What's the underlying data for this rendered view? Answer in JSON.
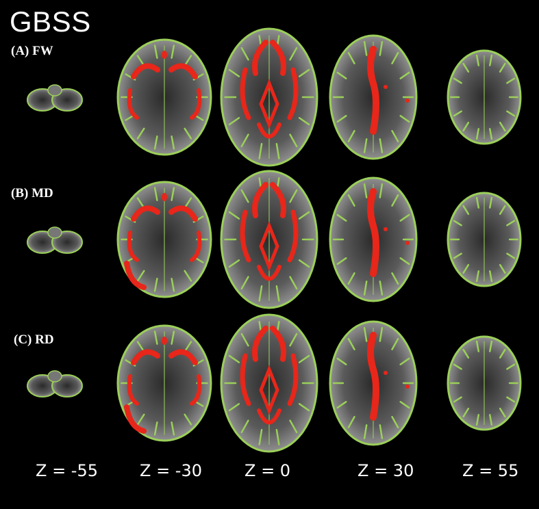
{
  "title": "GBSS",
  "rows": [
    {
      "label": "(A) FW"
    },
    {
      "label": "(B) MD"
    },
    {
      "label": "(C) RD"
    }
  ],
  "z_labels": [
    "Z = -55",
    "Z = -30",
    "Z = 0",
    "Z = 30",
    "Z = 55"
  ],
  "colors": {
    "background": "#000000",
    "skeleton": "#9bcf5a",
    "significant": "#e8261a",
    "brain_gray": "#8a8a8a"
  }
}
